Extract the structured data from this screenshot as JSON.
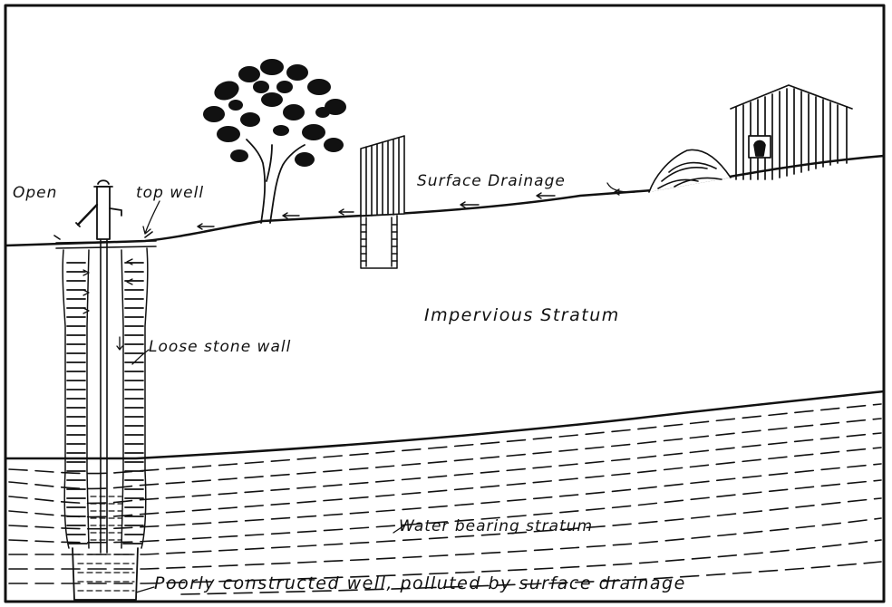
{
  "labels": {
    "open": "Open",
    "top_well": "top well",
    "surface_drainage": "Surface Drainage",
    "impervious_stratum": "Impervious Stratum",
    "loose_stone_wall": "Loose stone wall",
    "water_bearing_stratum": "Water bearing stratum",
    "caption": "Poorly constructed well, polluted by surface drainage"
  },
  "colors": {
    "ink": "#111111",
    "paper": "#ffffff"
  }
}
